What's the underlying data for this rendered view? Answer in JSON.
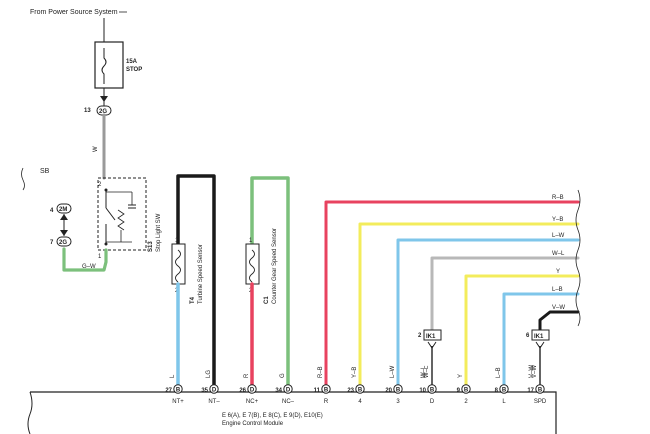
{
  "header": {
    "source_text": "From Power Source System"
  },
  "fuse": {
    "rating": "15A",
    "name": "STOP"
  },
  "connector_2g": {
    "pin": "13",
    "id": "2G"
  },
  "wire_w_label": "W",
  "sb_label": "SB",
  "connector_2m": {
    "pin": "4",
    "id": "2M"
  },
  "connector_2g_lower": {
    "pin": "7",
    "id": "2G"
  },
  "gw_label": "G–W",
  "stop_switch": {
    "id": "S13",
    "name": "Stop Light SW",
    "pin_top": "2",
    "pin_bottom": "1"
  },
  "turbine_sensor": {
    "id": "T4",
    "name": "Turbine Speed Sensor",
    "pin_top": "1",
    "pin_bottom": "2"
  },
  "counter_sensor": {
    "id": "C1",
    "name": "Counter Gear Speed Sensor",
    "pin_top": "1",
    "pin_bottom": "2"
  },
  "ik1_left": {
    "pin": "2",
    "id": "IK1",
    "wire": "W–L"
  },
  "ik1_right": {
    "pin": "6",
    "id": "IK1",
    "wire": "V–W"
  },
  "wire_colors": [
    "R–B",
    "Y–B",
    "L–W",
    "W–L",
    "Y",
    "L–B",
    "V–W"
  ],
  "ecm_pins": [
    {
      "num": "27",
      "conn": "B",
      "wire": "L",
      "term": "NT+"
    },
    {
      "num": "35",
      "conn": "D",
      "wire": "LG",
      "term": "NT–"
    },
    {
      "num": "26",
      "conn": "D",
      "wire": "R",
      "term": "NC+"
    },
    {
      "num": "34",
      "conn": "D",
      "wire": "G",
      "term": "NC–"
    },
    {
      "num": "11",
      "conn": "B",
      "wire": "R–B",
      "term": "R"
    },
    {
      "num": "23",
      "conn": "B",
      "wire": "Y–B",
      "term": "4"
    },
    {
      "num": "20",
      "conn": "B",
      "wire": "L–W",
      "term": "3"
    },
    {
      "num": "10",
      "conn": "B",
      "wire": "W–L",
      "term": "D"
    },
    {
      "num": "9",
      "conn": "B",
      "wire": "Y",
      "term": "2"
    },
    {
      "num": "8",
      "conn": "B",
      "wire": "L–B",
      "term": "L"
    },
    {
      "num": "17",
      "conn": "B",
      "wire": "V–W",
      "term": "SPD"
    }
  ],
  "ecm": {
    "connectors": "E 6(A), E 7(B), E 8(C), E 9(D), E10(E)",
    "name": "Engine Control Module"
  },
  "colors": {
    "red": "#e8425f",
    "yellow": "#f3ec5c",
    "blue": "#7fc6ea",
    "green": "#7cc07c",
    "black": "#1a1a1a",
    "grey": "#b8b8b8"
  }
}
